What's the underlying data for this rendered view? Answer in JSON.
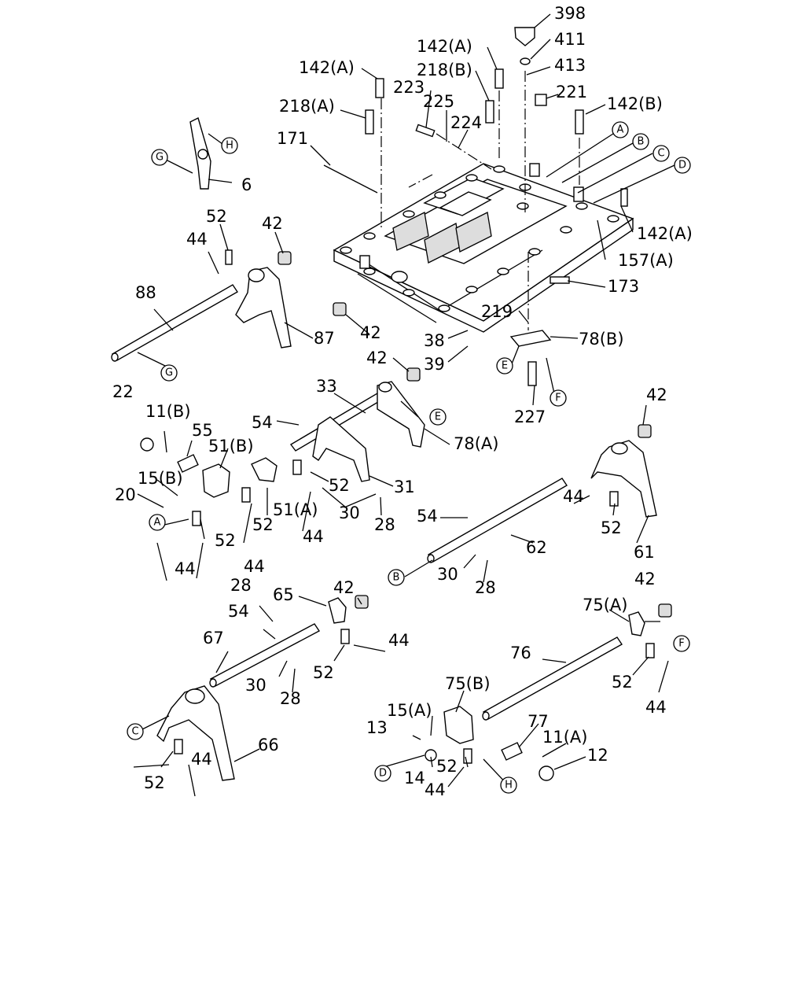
{
  "labels": {
    "p398": "398",
    "p411": "411",
    "p413": "413",
    "p142a_top": "142(A)",
    "p218b": "218(B)",
    "p142a_left": "142(A)",
    "p223": "223",
    "p225": "225",
    "p224": "224",
    "p221": "221",
    "p142b": "142(B)",
    "p218a": "218(A)",
    "p171": "171",
    "p6": "6",
    "p142a_right": "142(A)",
    "p157a": "157(A)",
    "p173": "173",
    "p52_a": "52",
    "p42_a": "42",
    "p44_a": "44",
    "p88": "88",
    "p87": "87",
    "p42_b": "42",
    "p219": "219",
    "p78b": "78(B)",
    "p38": "38",
    "p39": "39",
    "p42_c": "42",
    "p33": "33",
    "p227": "227",
    "p22": "22",
    "p11b": "11(B)",
    "p55": "55",
    "p51b": "51(B)",
    "p54_a": "54",
    "p78a": "78(A)",
    "p42_d": "42",
    "p15b": "15(B)",
    "p20": "20",
    "p52_b": "52",
    "p31": "31",
    "p51a": "51(A)",
    "p30_a": "30",
    "p28_a": "28",
    "p44_b": "44",
    "p52_c": "52",
    "p44_c": "44",
    "p52_d": "52",
    "p44_d": "44",
    "p44_e": "44",
    "p54_b": "54",
    "p52_e": "52",
    "p62": "62",
    "p61": "61",
    "p30_b": "30",
    "p28_b": "28",
    "p42_e": "42",
    "p28_c": "28",
    "p65": "65",
    "p54_c": "54",
    "p67": "67",
    "p44_f": "44",
    "p52_f": "52",
    "p30_c": "30",
    "p28_d": "28",
    "p75a": "75(A)",
    "p42_f": "42",
    "p76": "76",
    "p52_g": "52",
    "p44_g": "44",
    "p75b": "75(B)",
    "p15a": "15(A)",
    "p13": "13",
    "p77": "77",
    "p11a": "11(A)",
    "p12": "12",
    "p14": "14",
    "p52_h": "52",
    "p44_h": "44",
    "p66": "66",
    "p44_i": "44",
    "p52_i": "52"
  },
  "refs": {
    "A1": "A",
    "B1": "B",
    "C1": "C",
    "D1": "D",
    "E1": "E",
    "F1": "F",
    "G1": "G",
    "H1": "H",
    "G2": "G",
    "E2": "E",
    "F2": "F",
    "A2": "A",
    "B2": "B",
    "C2": "C",
    "D2": "D",
    "H2": "H"
  }
}
